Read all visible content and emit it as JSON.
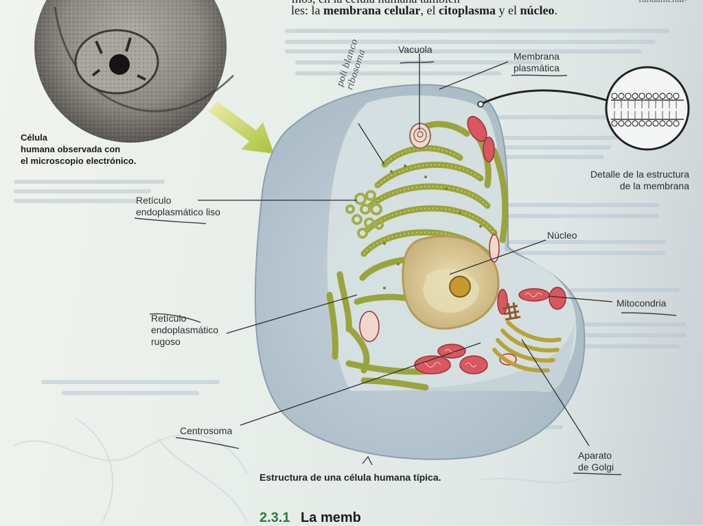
{
  "top_text": {
    "line1": "mos, en la célula humana también",
    "line1_right": "fundamenta-",
    "line2_prefix": "les: la",
    "term_membrane": "membrana celular",
    "comma": ",",
    "article_el": "el",
    "term_cytoplasm": "citoplasma",
    "conj_y_el": "y el",
    "term_nucleus": "núcleo",
    "period": "."
  },
  "micrograph_caption": {
    "line1": "Célula",
    "line2": "humana observada con",
    "line3": "el microscopio electrónico."
  },
  "labels": {
    "vacuola": "Vacuola",
    "membrana_line1": "Membrana",
    "membrana_line2": "plasmática",
    "detalle_line1": "Detalle de la estructura",
    "detalle_line2": "de la membrana",
    "reticulo_liso_line1": "Retículo",
    "reticulo_liso_line2": "endoplasmático liso",
    "nucleo": "Núcleo",
    "mitocondria": "Mitocondria",
    "reticulo_rugoso_line1": "Retículo",
    "reticulo_rugoso_line2": "endoplasmático",
    "reticulo_rugoso_line3": "rugoso",
    "centrosoma": "Centrosoma",
    "golgi_line1": "Aparato",
    "golgi_line2": "de Golgi"
  },
  "handwritten_note": {
    "line1": "poli blanco",
    "line2": "ribosoma"
  },
  "figure_caption": "Estructura de una célula humana típica.",
  "bottom_heading": {
    "number": "2.3.1",
    "text": "La memb"
  },
  "colors": {
    "cell_body": "#b9c8d2",
    "cytoplasm": "#cfdade",
    "er": "#9aa43c",
    "mitochondria": "#d9575e",
    "nucleus": "#d8c58f",
    "arrow": "#b9cc3d",
    "heading_green": "#24823f"
  }
}
